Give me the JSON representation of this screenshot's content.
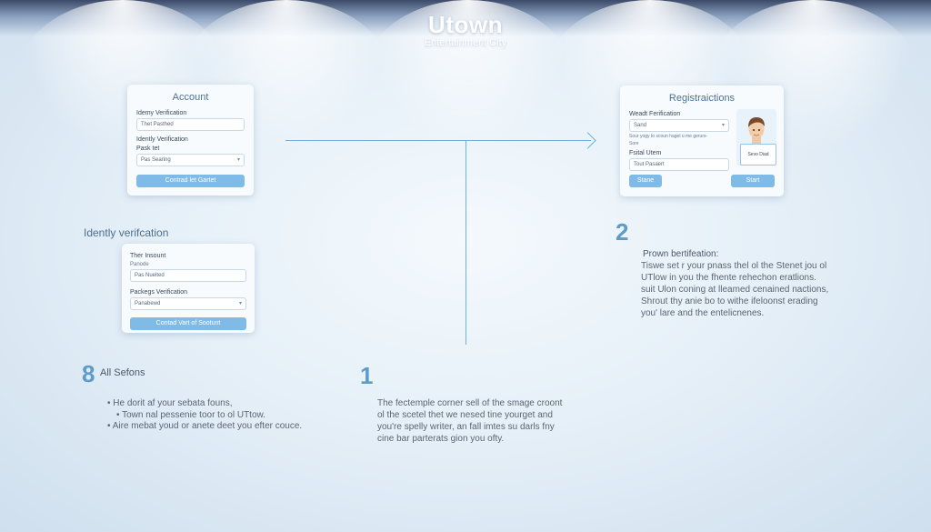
{
  "brand": {
    "title": "Utown",
    "subtitle": "Entertainment City"
  },
  "account_card": {
    "title": "Account",
    "label1": "Idemy Verification",
    "input1": "Thet Pasthed",
    "label2": "Idently Verification",
    "label3": "Pask tet",
    "select1": "Pas Searing",
    "button": "Contrad let Gartet"
  },
  "identity_section": {
    "label": "Idently verifcation",
    "card": {
      "label1": "Ther Insount",
      "sublabel1": "Panode",
      "input1": "Pas Nuelted",
      "label2": "Packegs Verification",
      "select1": "Panabewd",
      "button": "Contad Vart of Sootunt"
    }
  },
  "registration_card": {
    "title": "Registraictions",
    "label1": "Weadt Ferification",
    "select1": "Sand",
    "small_text1": "Sour yogy to scoun hagel u me gerurs-",
    "small_text2": "Sore",
    "label2": "Fsital Utem",
    "input1": "Tout Pasaert",
    "screen_text": "Sevo Diad",
    "button_left": "Stane",
    "button_right": "Start"
  },
  "step2": {
    "number": "2",
    "title": "Prown bertifeation:",
    "lines": [
      "Tiswe set r your pnass thel ol the Stenet jou ol",
      "UTlow in you the fhente rehechon eratlions.",
      "suit Ulon coning at lleamed cenained nactions,",
      "Shrout thy anie bo to withe ifeloonst erading",
      "you' lare and the entelicnenes."
    ]
  },
  "step8": {
    "number": "8",
    "title": "All Sefons",
    "bullets": [
      "He dorit af your sebata founs,",
      "Town nal pessenie toor to ol UTtow.",
      "Aire mebat youd or anete deet you efter couce."
    ]
  },
  "step1": {
    "number": "1",
    "lines": [
      "The fectemple corner sell of the smage croont",
      "ol the scetel thet we nesed tine yourget and",
      "you're spelly writer, an fall imtes su darls fny",
      "cine bar parterats gion you ofty."
    ]
  }
}
